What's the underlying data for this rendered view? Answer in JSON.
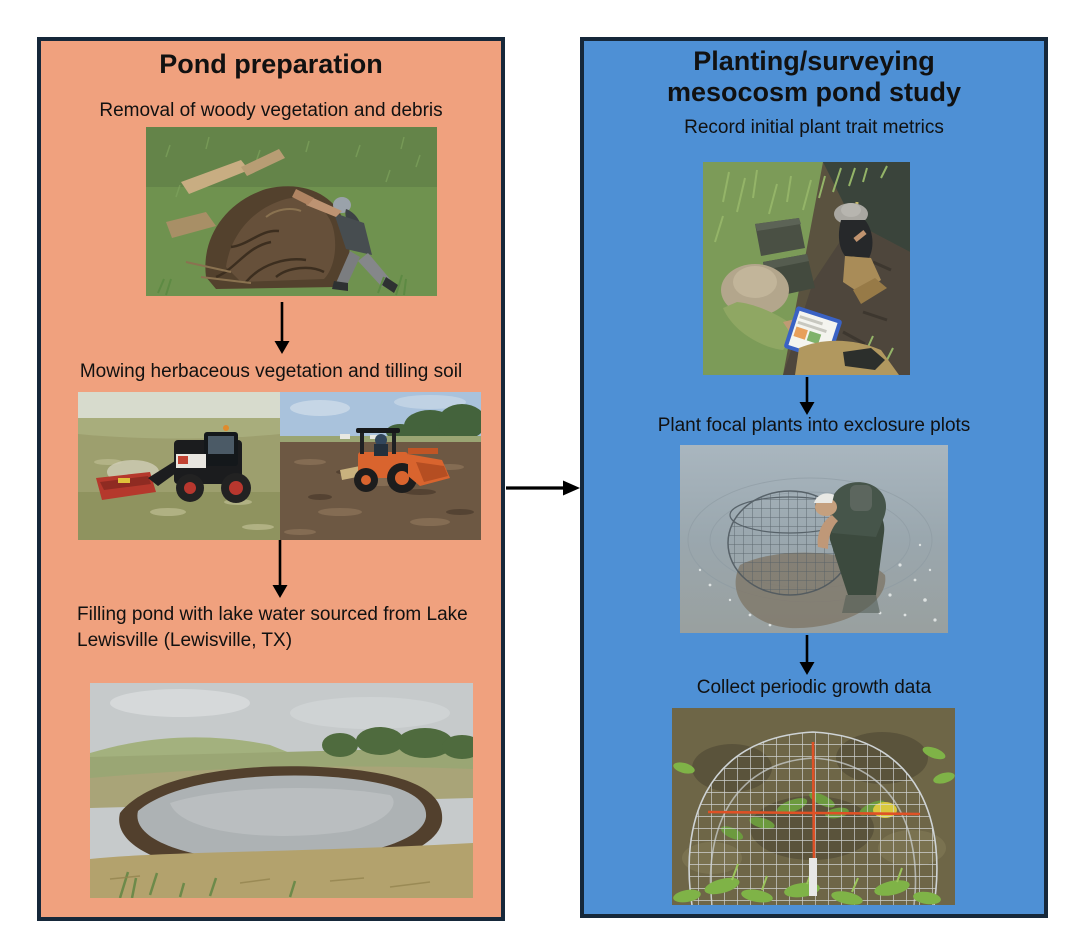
{
  "left_panel": {
    "title": "Pond preparation",
    "steps": [
      {
        "label": "Removal of woody vegetation and debris",
        "photo": "stump-removal-photo"
      },
      {
        "label": "Mowing herbaceous vegetation and tilling soil",
        "photos": [
          "telehandler-mowing-photo",
          "tractor-tilling-photo"
        ]
      },
      {
        "label": "Filling pond with lake water sourced from Lake Lewisville (Lewisville, TX)",
        "photo": "pond-filled-photo"
      }
    ]
  },
  "right_panel": {
    "title": "Planting/surveying mesocosm pond study",
    "steps": [
      {
        "label": "Record initial plant trait metrics",
        "photo": "recording-plant-traits-photo"
      },
      {
        "label": "Plant focal plants into exclosure plots",
        "photo": "planting-exclosure-photo"
      },
      {
        "label": "Collect periodic growth data",
        "photo": "exclosure-cage-closeup-photo"
      }
    ]
  },
  "icons": {
    "down_arrow": "↓",
    "right_arrow": "→"
  },
  "colors": {
    "left_panel_bg": "#F0A17E",
    "right_panel_bg": "#4E90D5",
    "panel_border": "#16283A",
    "text": "#111111",
    "arrow": "#000000",
    "page_bg": "#FFFFFF"
  }
}
